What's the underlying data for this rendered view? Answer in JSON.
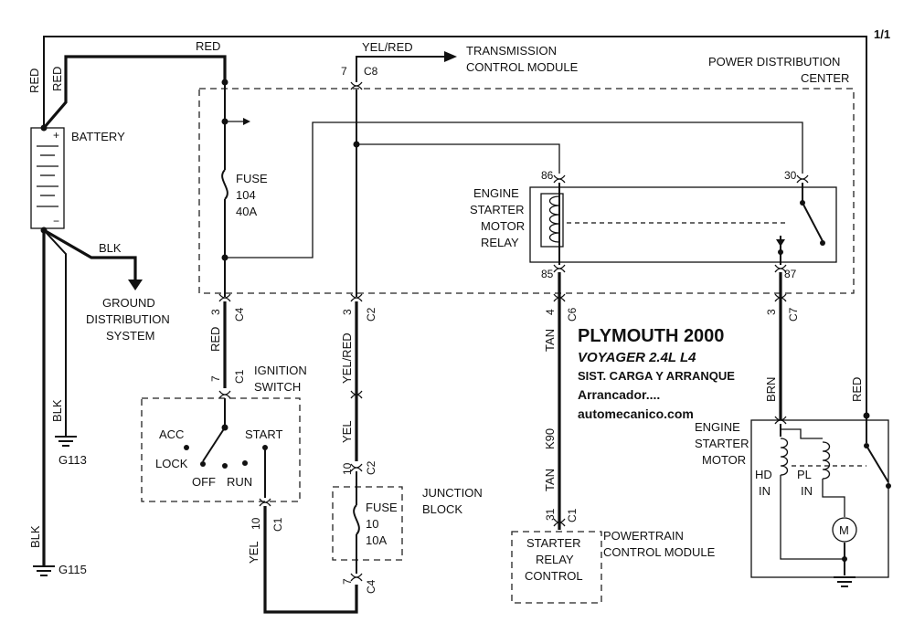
{
  "page": {
    "sheet": "1/1"
  },
  "header": {
    "title": "PLYMOUTH 2000",
    "model": "VOYAGER  2.4L  L4",
    "system": "SIST. CARGA Y ARRANQUE",
    "component": "Arrancador....",
    "website": "automecanico.com"
  },
  "components": {
    "battery": "BATTERY",
    "pdc_line1": "POWER DISTRIBUTION",
    "pdc_line2": "CENTER",
    "tcm_line1": "TRANSMISSION",
    "tcm_line2": "CONTROL MODULE",
    "ground_line1": "GROUND",
    "ground_line2": "DISTRIBUTION",
    "ground_line3": "SYSTEM",
    "fuse104": [
      "FUSE",
      "104",
      "40A"
    ],
    "relay": [
      "ENGINE",
      "STARTER",
      "MOTOR",
      "RELAY"
    ],
    "ign_line1": "IGNITION",
    "ign_line2": "SWITCH",
    "ign_pos": {
      "acc": "ACC",
      "lock": "LOCK",
      "off": "OFF",
      "run": "RUN",
      "start": "START"
    },
    "junction_line1": "JUNCTION",
    "junction_line2": "BLOCK",
    "fuse10": [
      "FUSE",
      "10",
      "10A"
    ],
    "pcm_line1": "POWERTRAIN",
    "pcm_line2": "CONTROL MODULE",
    "pcm_box": [
      "STARTER",
      "RELAY",
      "CONTROL"
    ],
    "motor": [
      "ENGINE",
      "STARTER",
      "MOTOR"
    ],
    "hd_in": [
      "HD",
      "IN"
    ],
    "pl_in": [
      "PL",
      "IN"
    ],
    "motor_symbol": "M",
    "g113": "G113",
    "g115": "G115"
  },
  "wires": {
    "red": "RED",
    "blk": "BLK",
    "yel_red": "YEL/RED",
    "yel": "YEL",
    "tan": "TAN",
    "brn": "BRN",
    "k90": "K90"
  },
  "connectors": {
    "c8": "C8",
    "c4": "C4",
    "c2": "C2",
    "c6": "C6",
    "c7": "C7",
    "c1": "C1",
    "n3": "3",
    "n4": "4",
    "n7": "7",
    "n10": "10",
    "n31": "31",
    "n86": "86",
    "n85": "85",
    "n30": "30",
    "n87": "87"
  }
}
